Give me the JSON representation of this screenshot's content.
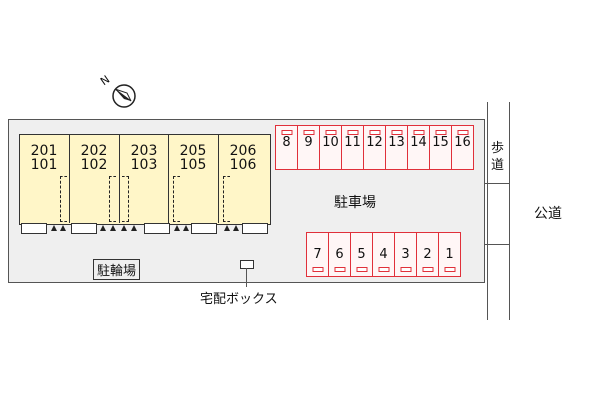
{
  "compass": {
    "label": "N",
    "icon": "north-arrow-icon"
  },
  "building": {
    "units": [
      {
        "upper": "201",
        "lower": "101"
      },
      {
        "upper": "202",
        "lower": "102"
      },
      {
        "upper": "203",
        "lower": "103"
      },
      {
        "upper": "205",
        "lower": "105"
      },
      {
        "upper": "206",
        "lower": "106"
      }
    ]
  },
  "parking": {
    "label": "駐車場",
    "top_row": [
      "8",
      "9",
      "10",
      "11",
      "12",
      "13",
      "14",
      "15",
      "16"
    ],
    "bottom_row": [
      "7",
      "6",
      "5",
      "4",
      "3",
      "2",
      "1"
    ]
  },
  "bicycle_parking": {
    "label": "駐輪場"
  },
  "delivery_box": {
    "label": "宅配ボックス"
  },
  "sidewalk": {
    "label_line1": "歩",
    "label_line2": "道"
  },
  "public_road": {
    "label": "公道"
  },
  "colors": {
    "building_fill": "#fff6c8",
    "parking_border": "#e0303a",
    "site_fill": "#efefef"
  }
}
